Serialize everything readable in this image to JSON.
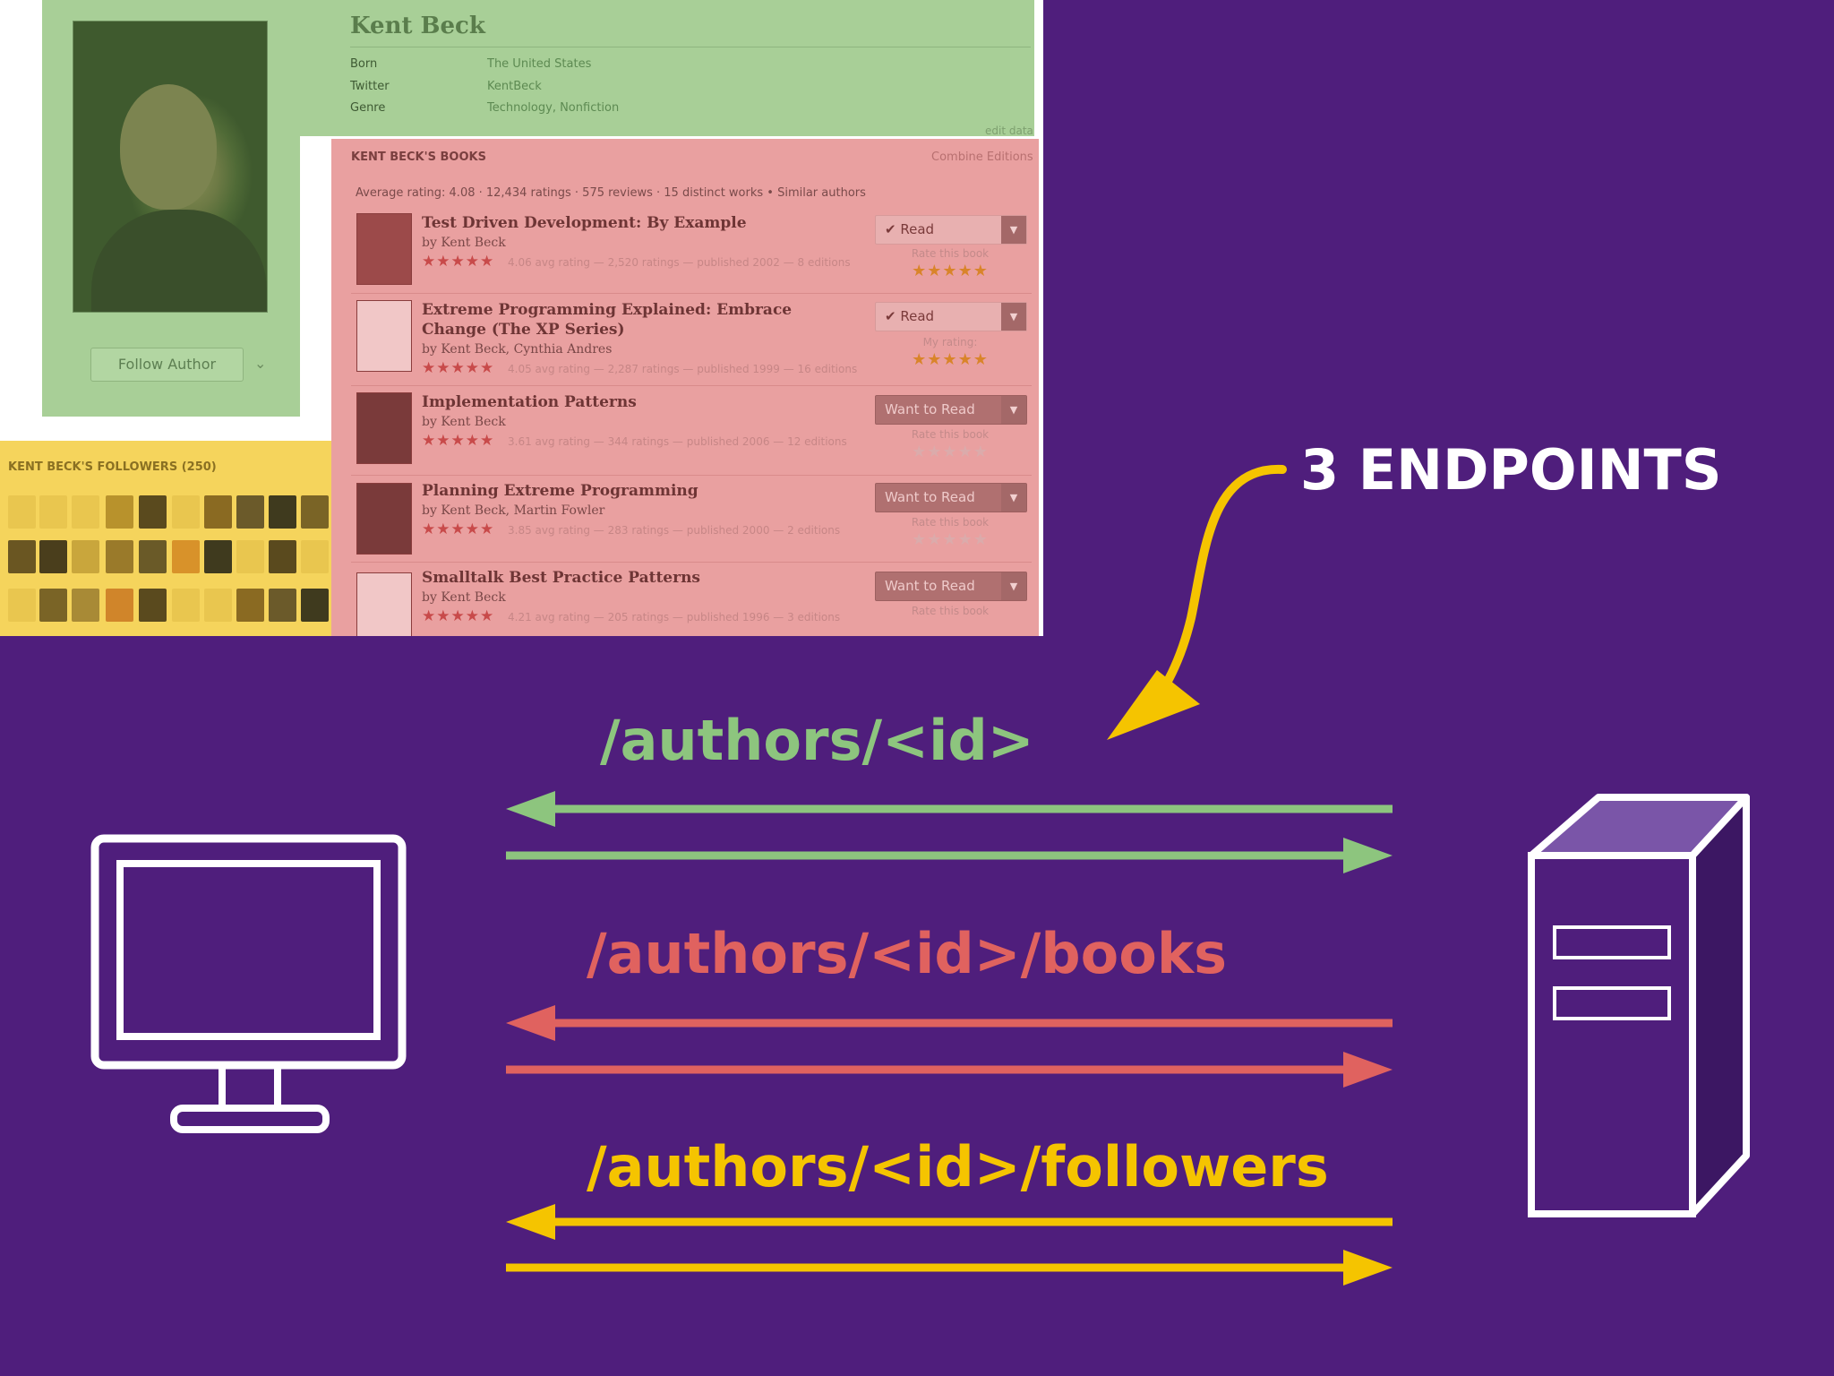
{
  "callout": "3 ENDPOINTS",
  "endpoints": [
    {
      "label": "/authors/<id>",
      "color": "#8dc57e"
    },
    {
      "label": "/authors/<id>/books",
      "color": "#e0625f"
    },
    {
      "label": "/authors/<id>/followers",
      "color": "#f5c400"
    }
  ],
  "author": {
    "name": "Kent Beck",
    "follow_label": "Follow Author",
    "details": [
      {
        "label": "Born",
        "value": "The United States"
      },
      {
        "label": "Twitter",
        "value": "KentBeck"
      },
      {
        "label": "Genre",
        "value": "Technology, Nonfiction"
      }
    ],
    "edit_label": "edit data"
  },
  "books": {
    "heading": "KENT BECK'S BOOKS",
    "combine_label": "Combine Editions",
    "stats": "Average rating: 4.08 · 12,434 ratings · 575 reviews · 15 distinct works • Similar authors",
    "items": [
      {
        "title": "Test Driven Development: By Example",
        "by": "by Kent Beck",
        "stars": "★★★★★",
        "meta": "4.06 avg rating — 2,520 ratings — published 2002 — 8 editions",
        "shelf": "✔ Read",
        "rate_label": "Rate this book",
        "rated": true
      },
      {
        "title": "Extreme Programming Explained: Embrace Change (The XP Series)",
        "by": "by Kent Beck, Cynthia Andres",
        "stars": "★★★★★",
        "meta": "4.05 avg rating — 2,287 ratings — published 1999 — 16 editions",
        "shelf": "✔ Read",
        "rate_label": "My rating:",
        "rated": true
      },
      {
        "title": "Implementation Patterns",
        "by": "by Kent Beck",
        "stars": "★★★★★",
        "meta": "3.61 avg rating — 344 ratings — published 2006 — 12 editions",
        "shelf": "Want to Read",
        "rate_label": "Rate this book",
        "rated": false
      },
      {
        "title": "Planning Extreme Programming",
        "by": "by Kent Beck, Martin Fowler",
        "stars": "★★★★★",
        "meta": "3.85 avg rating — 283 ratings — published 2000 — 2 editions",
        "shelf": "Want to Read",
        "rate_label": "Rate this book",
        "rated": false
      },
      {
        "title": "Smalltalk Best Practice Patterns",
        "by": "by Kent Beck",
        "stars": "★★★★★",
        "meta": "4.21 avg rating — 205 ratings — published 1996 — 3 editions",
        "shelf": "Want to Read",
        "rate_label": "Rate this book",
        "rated": false
      }
    ]
  },
  "followers": {
    "heading": "KENT BECK'S FOLLOWERS (250)"
  },
  "icons": {
    "client": "desktop-monitor-icon",
    "server": "server-tower-icon",
    "arrow": "curved-arrow-icon"
  }
}
